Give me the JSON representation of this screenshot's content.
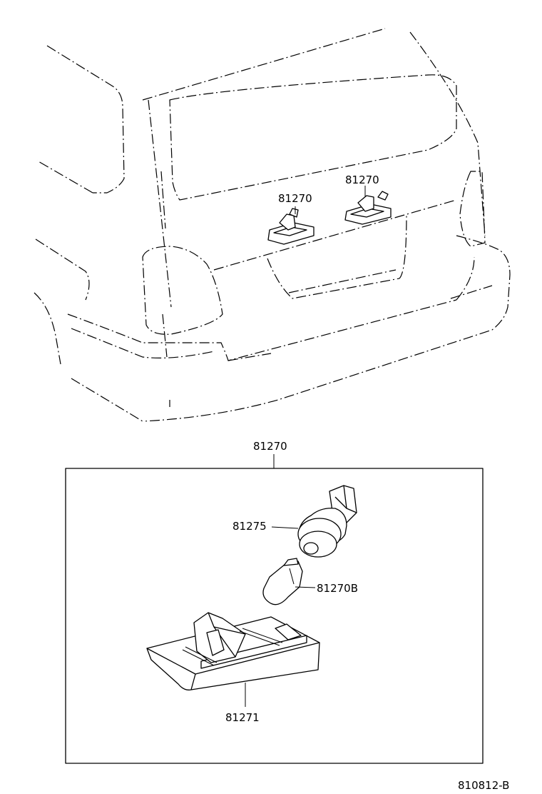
{
  "labels": {
    "upper_left_lamp": "81270",
    "upper_right_lamp": "81270",
    "assembly": "81270",
    "socket": "81275",
    "bulb": "81270B",
    "housing": "81271"
  },
  "figure_code": "810812-B"
}
